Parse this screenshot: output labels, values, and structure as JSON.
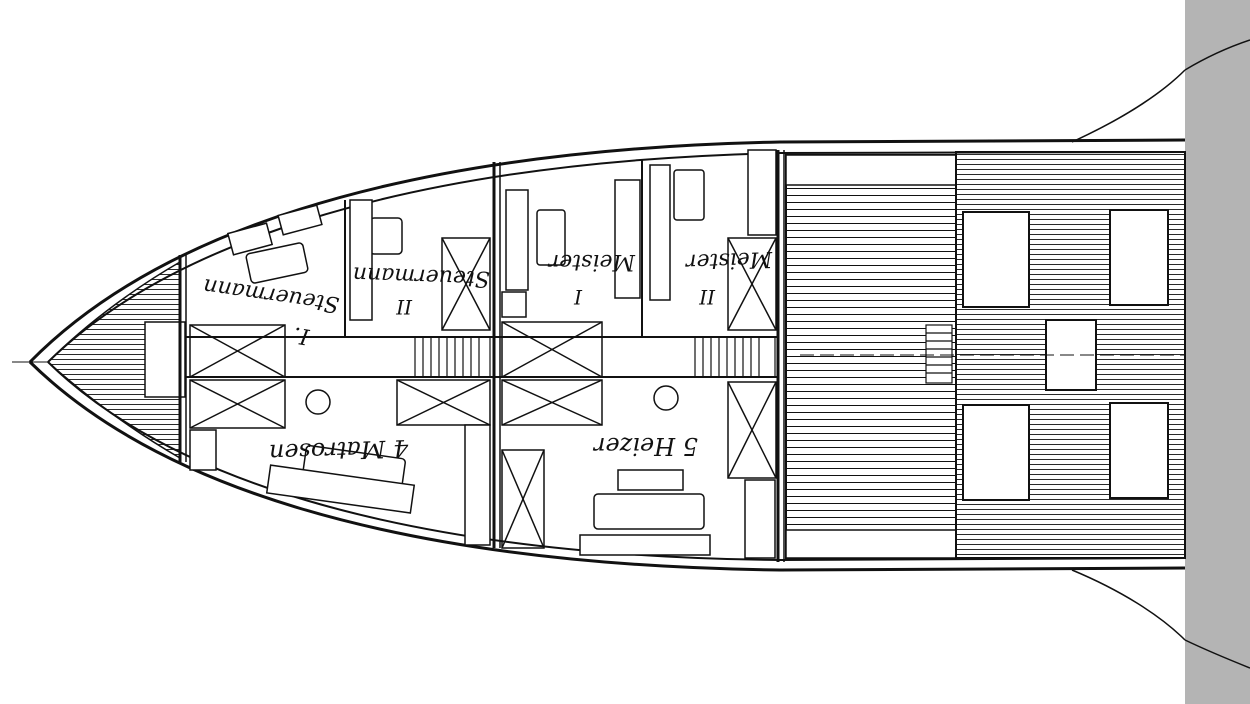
{
  "plan": {
    "colors": {
      "ink": "#111111",
      "paper": "#ffffff",
      "margin_strip": "#b4b4b4"
    },
    "rooms": {
      "steuermann_1": {
        "name": "Steuermann",
        "numeral": "I."
      },
      "steuermann_2": {
        "name": "Steuermann",
        "numeral": "II"
      },
      "meister_1": {
        "name": "Meister",
        "numeral": "I"
      },
      "meister_2": {
        "name": "Meister",
        "numeral": "II"
      },
      "matrosen": {
        "name": "4 Matrosen"
      },
      "heizer": {
        "name": "5 Heizer"
      }
    }
  }
}
